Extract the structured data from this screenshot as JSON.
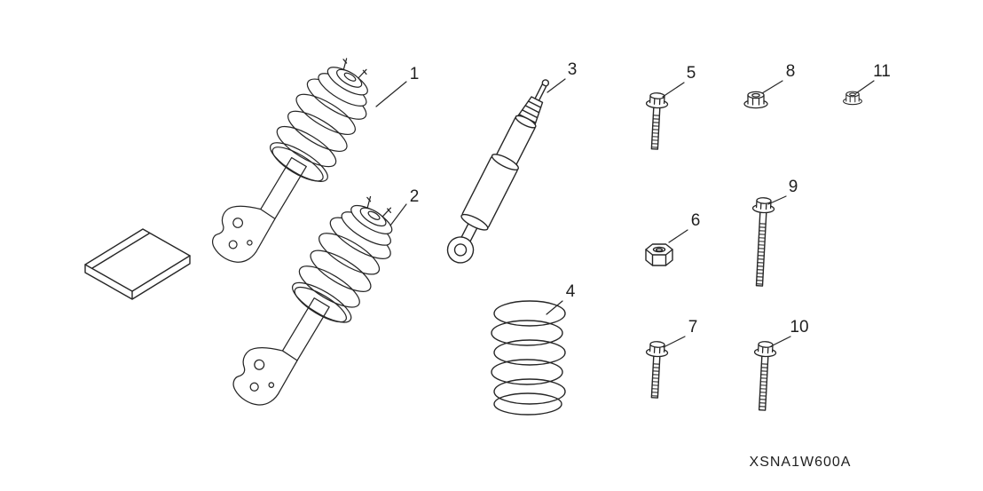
{
  "diagram": {
    "background_color": "#ffffff",
    "line_color": "#262626",
    "part_code": "XSNA1W600A",
    "callouts": [
      {
        "label": "1"
      },
      {
        "label": "2"
      },
      {
        "label": "3"
      },
      {
        "label": "4"
      },
      {
        "label": "5"
      },
      {
        "label": "6"
      },
      {
        "label": "7"
      },
      {
        "label": "8"
      },
      {
        "label": "9"
      },
      {
        "label": "10"
      },
      {
        "label": "11"
      }
    ]
  }
}
